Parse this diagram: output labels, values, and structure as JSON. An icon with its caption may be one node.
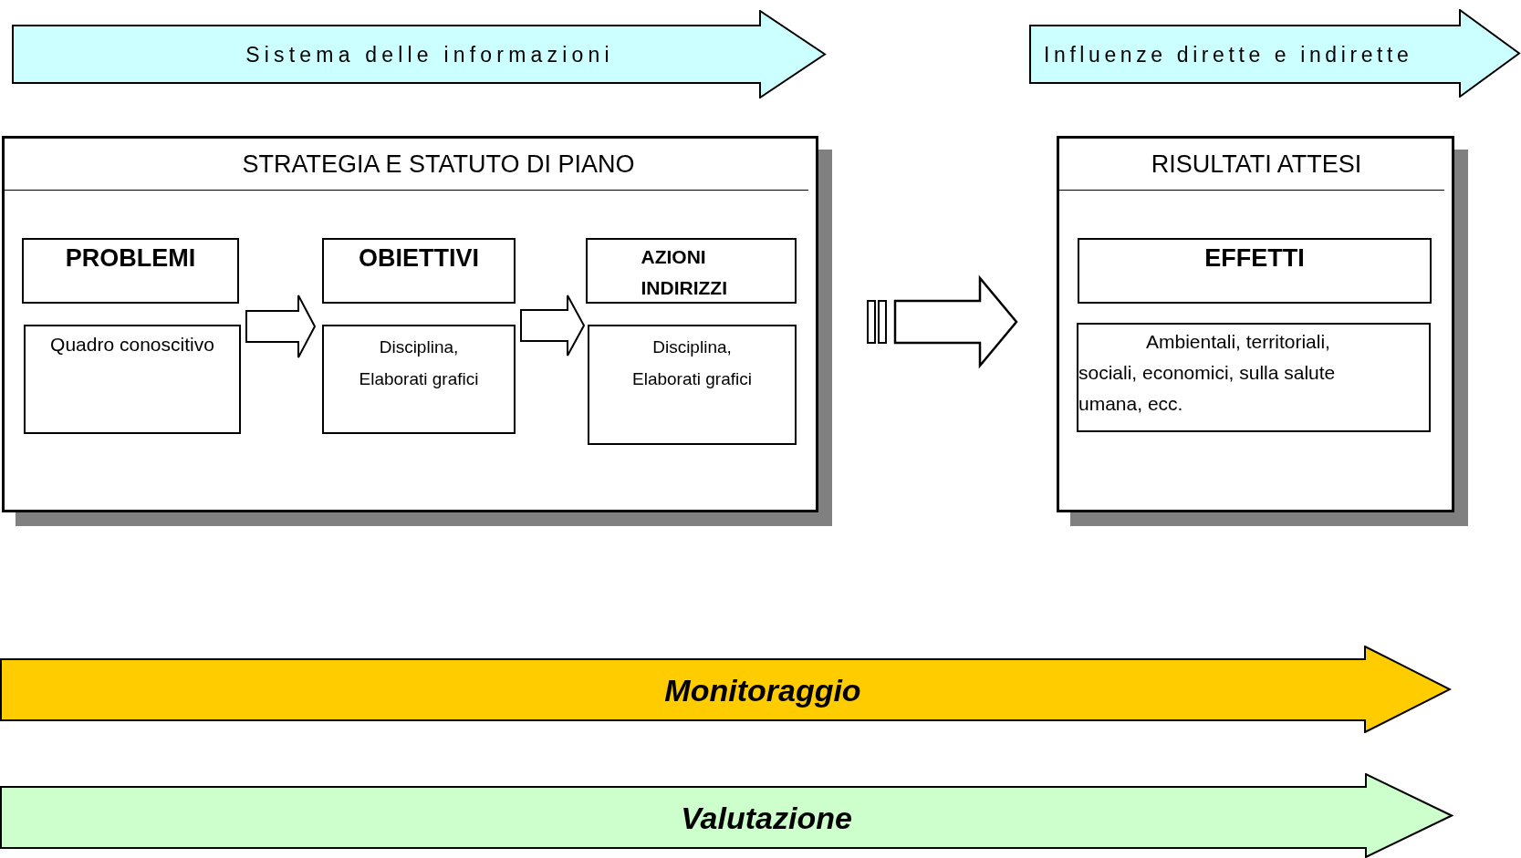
{
  "diagram": {
    "nodes": [
      {
        "text": [
          "Sistema delle informazioni"
        ]
      },
      {
        "text": [
          "Influenze dirette e indirette"
        ]
      },
      {
        "text": [
          "STRATEGIA E STATUTO DI PIANO"
        ]
      },
      {
        "text": [
          "PROBLEMI"
        ],
        "in": 2
      },
      {
        "text": [
          "Quadro conoscitivo"
        ],
        "in": 2
      },
      {
        "text": [
          "OBIETTIVI"
        ],
        "in": 2
      },
      {
        "text": [
          "Disciplina, Elaborati grafici"
        ],
        "in": 2
      },
      {
        "text": [
          "AZIONI INDIRIZZI"
        ],
        "in": 2
      },
      {
        "text": [
          "Disciplina, Elaborati grafici"
        ],
        "in": 2
      },
      {
        "text": [
          "RISULTATI ATTESI"
        ]
      },
      {
        "text": [
          "EFFETTI"
        ],
        "in": 9
      },
      {
        "text": [
          "Ambientali, territoriali, sociali, economici, sulla salute umana, ecc."
        ],
        "in": 9
      },
      {
        "text": [
          "Monitoraggio"
        ]
      },
      {
        "text": [
          "Valutazione"
        ]
      }
    ],
    "edges": [
      {
        "from": 4,
        "to": 6,
        "arrow": "to"
      },
      {
        "from": 6,
        "to": 8,
        "arrow": "to"
      },
      {
        "from": 2,
        "to": 9,
        "arrow": "to",
        "style": "thick"
      }
    ]
  }
}
